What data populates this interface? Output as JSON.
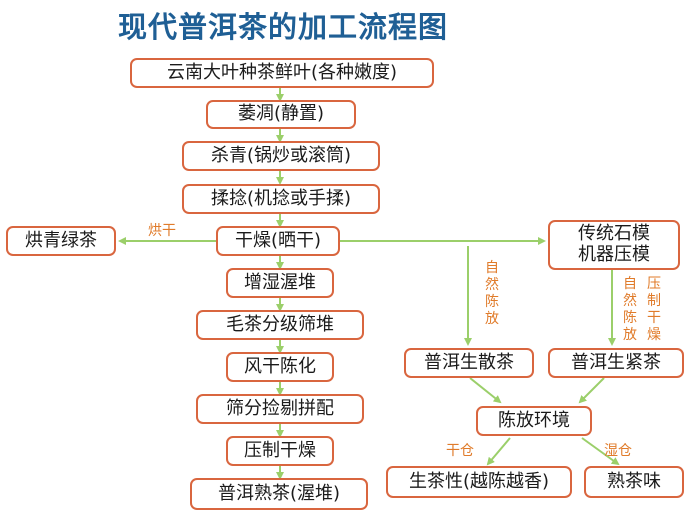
{
  "title": "现代普洱茶的加工流程图",
  "main_steps": [
    "云南大叶种茶鲜叶(各种嫩度)",
    "萎凋(静置)",
    "杀青(锅炒或滚筒)",
    "揉捻(机捻或手揉)",
    "干燥(晒干)",
    "增湿渥堆",
    "毛茶分级筛堆",
    "风干陈化",
    "筛分捡剔拼配",
    "压制干燥",
    "普洱熟茶(渥堆)"
  ],
  "branch_left": {
    "label": "烘干",
    "box": "烘青绿茶"
  },
  "branch_right": {
    "press_box": [
      "传统石模",
      "机器压模"
    ],
    "label_natural": "自然陈放",
    "label_press": "压制干燥",
    "label_natural_2": "自然陈放",
    "loose_box": "普洱生散茶",
    "compressed_box": "普洱生紧茶",
    "aging_box": "陈放环境",
    "dry_label": "干仓",
    "wet_label": "湿仓",
    "raw_result": "生茶性(越陈越香)",
    "ripe_result": "熟茶味"
  },
  "colors": {
    "title": "#1f5f95",
    "box_border": "#d9663f",
    "arrow": "#9bcf6a",
    "label": "#e07b2a"
  }
}
